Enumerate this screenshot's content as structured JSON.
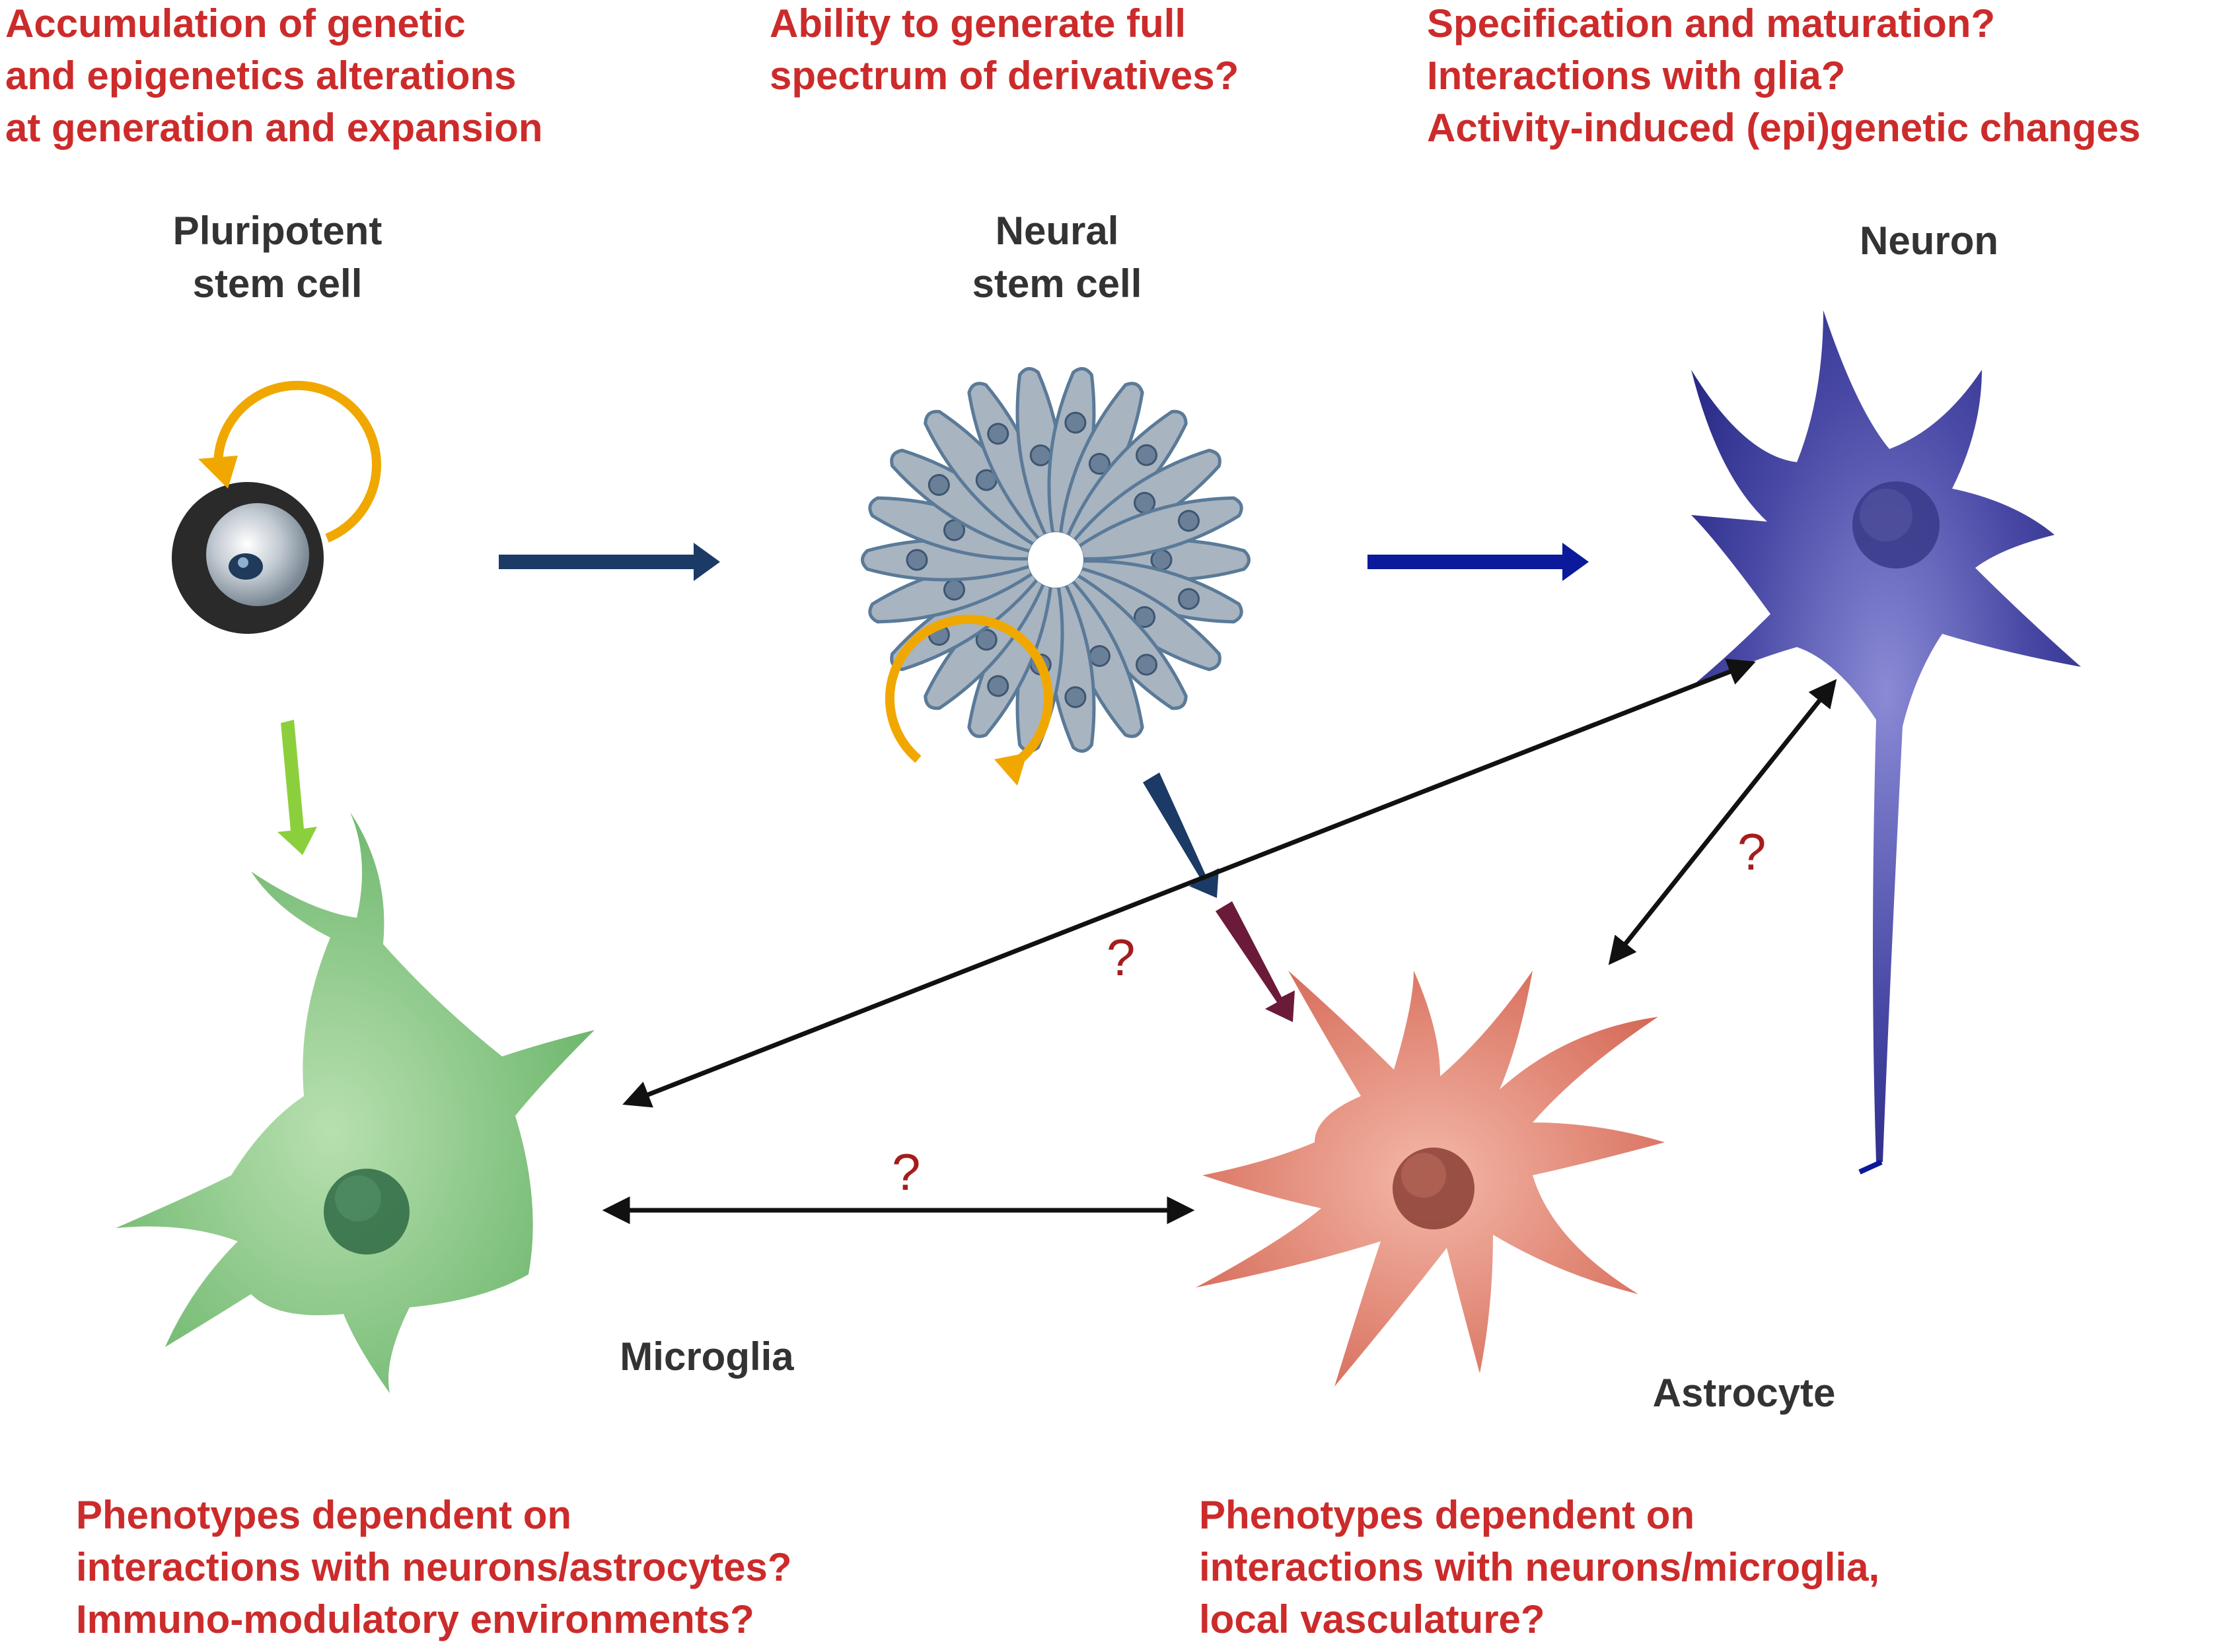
{
  "notes": {
    "pluripotent": [
      "Accumulation of genetic",
      "and epigenetics alterations",
      "at generation and expansion"
    ],
    "neural_stem": [
      "Ability to generate full",
      "spectrum of derivatives?"
    ],
    "neuron": [
      "Specification and maturation?",
      "Interactions with glia?",
      "Activity-induced (epi)genetic changes"
    ],
    "microglia": [
      "Phenotypes dependent on",
      "interactions with neurons/astrocytes?",
      "Immuno-modulatory environments?"
    ],
    "astrocyte": [
      "Phenotypes dependent on",
      "interactions with neurons/microglia,",
      "local vasculature?"
    ]
  },
  "cells": {
    "pluripotent": [
      "Pluripotent",
      "stem cell"
    ],
    "neural_stem": [
      "Neural",
      "stem cell"
    ],
    "neuron": "Neuron",
    "microglia": "Microglia",
    "astrocyte": "Astrocyte"
  },
  "question_mark": "?",
  "colors": {
    "note_text": "#cc2b2b",
    "label_text": "#333333",
    "question": "#a51c1c",
    "arrow_navy": "#1b3a66",
    "arrow_blue": "#0a1a9a",
    "arrow_green": "#8ccf3c",
    "arrow_maroon": "#6b1a3a",
    "self_renew": "#f0a800",
    "neuron": "#4a4aa6",
    "microglia": "#7cc07c",
    "astrocyte": "#e07f6e",
    "rosette": "#a8b4c0"
  }
}
